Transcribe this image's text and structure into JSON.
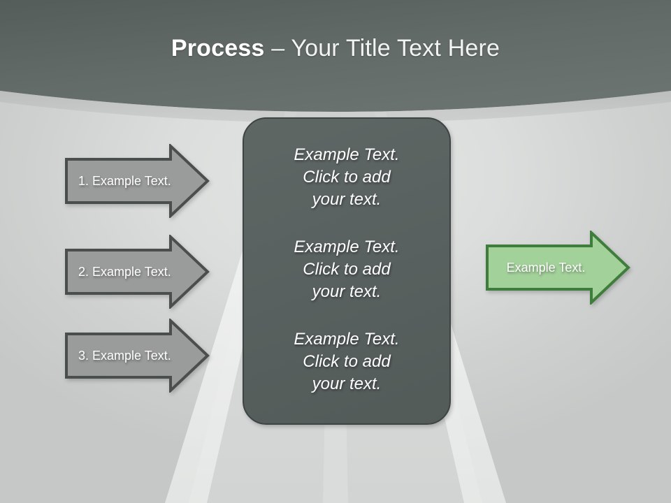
{
  "slide": {
    "title_strong": "Process",
    "title_rest": " – Your Title Text Here",
    "background_color": "#cdcfce",
    "header_color": "#5f6765",
    "accent_green": "#a3d19a",
    "accent_green_border": "#3e7d3c",
    "gray_fill": "#9a9c9b",
    "gray_border": "#4a4f4e"
  },
  "steps": [
    {
      "label": "1. Example Text."
    },
    {
      "label": "2. Example Text."
    },
    {
      "label": "3. Example Text."
    }
  ],
  "center_panel": {
    "blocks": [
      {
        "text": "Example Text.\nClick  to add\nyour text."
      },
      {
        "text": "Example Text.\nClick  to add\nyour text."
      },
      {
        "text": "Example Text.\nClick  to add\nyour text."
      }
    ]
  },
  "result": {
    "label": "Example Text."
  }
}
